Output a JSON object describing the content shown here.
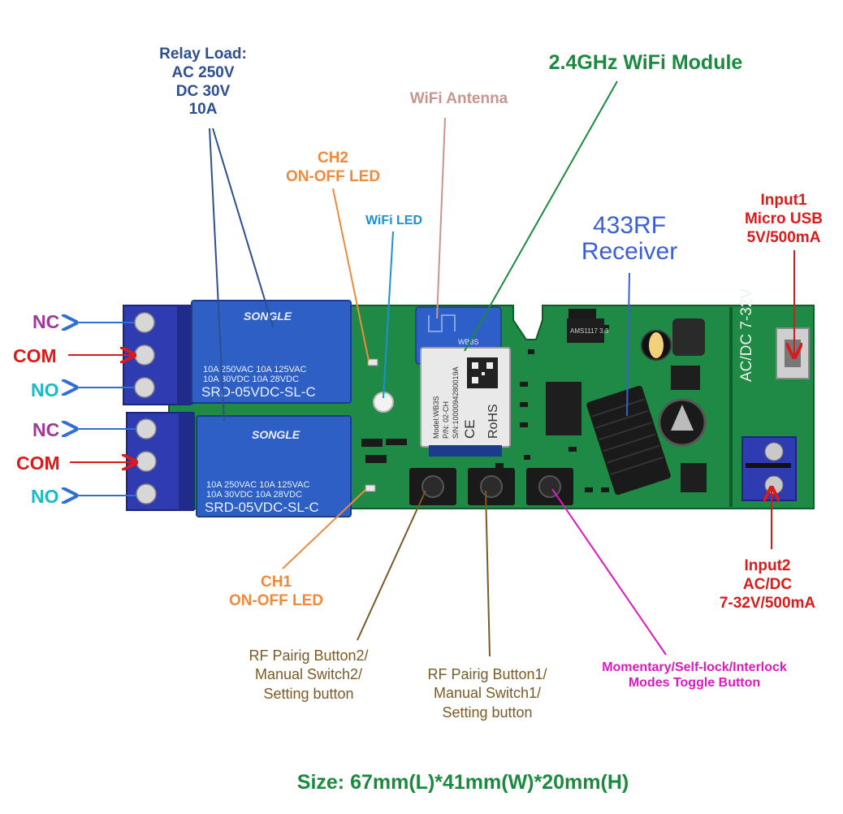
{
  "labels": {
    "relay_load": [
      "Relay Load:",
      "AC 250V",
      "DC 30V",
      "10A"
    ],
    "wifi_module": "2.4GHz WiFi Module",
    "wifi_antenna": "WiFi Antenna",
    "ch2_led": [
      "CH2",
      "ON-OFF LED"
    ],
    "wifi_led": "WiFi LED",
    "rf_receiver": [
      "433RF",
      "Receiver"
    ],
    "input1": [
      "Input1",
      "Micro USB",
      "5V/500mA"
    ],
    "input2": [
      "Input2",
      "AC/DC",
      "7-32V/500mA"
    ],
    "ch1_led": [
      "CH1",
      "ON-OFF LED"
    ],
    "rf_pairing_2": [
      "RF Pairig Button2/",
      "Manual Switch2/",
      "Setting button"
    ],
    "rf_pairing_1": [
      "RF Pairig Button1/",
      "Manual Switch1/",
      "Setting button"
    ],
    "modes_button": [
      "Momentary/Self-lock/Interlock",
      "Modes Toggle Button"
    ],
    "size": "Size:  67mm(L)*41mm(W)*20mm(H)"
  },
  "terminals": {
    "relay1": [
      "NC",
      "COM",
      "NO"
    ],
    "relay2": [
      "NC",
      "COM",
      "NO"
    ]
  },
  "board_text": {
    "relay_brand": "SONGLE",
    "relay_model": "SRD-05VDC-SL-C",
    "relay_rating_1": "10A 250VAC  10A 125VAC",
    "relay_rating_2": "10A 30VDC  10A 28VDC",
    "module_line_1": "Model:WB3S",
    "module_line_2": "P/N: 02-CH",
    "module_line_3": "S/N:1000094280019A",
    "module_ce": "CE",
    "module_rohs": "RoHS",
    "module_tag": "WB3S",
    "dc_silk": "AC/DC 7-32V",
    "regulator_text": "AMS1117 3.3"
  },
  "colors": {
    "pcb": "#1f8a45",
    "relay": "#2d5fc4",
    "terminal": "#2f3bb0",
    "relay_load_text": "#2e4f8f",
    "wifi_module_text": "#1b8a3f",
    "antenna_text": "#c9958c",
    "led_text": "#f08a3a",
    "wifi_led_text": "#1e90d6",
    "rf_text": "#3a5fd8",
    "input_text": "#dd1a1a",
    "button_text": "#7a5a25",
    "mode_text": "#e018c0",
    "nc": "#a0389a",
    "com": "#dd1a1a",
    "no": "#1cbac4"
  }
}
